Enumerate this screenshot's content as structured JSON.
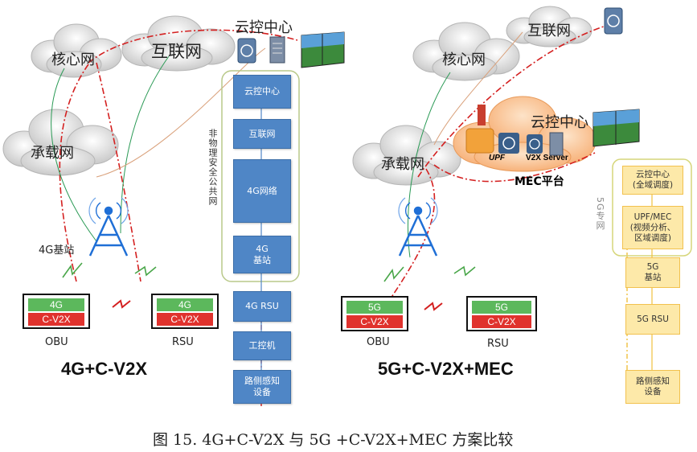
{
  "left": {
    "cloud_core": "核心网",
    "cloud_internet": "互联网",
    "cloud_carrier": "承载网",
    "cloud_control_label": "云控中心",
    "base_station_label": "4G基站",
    "obu": {
      "top": "4G",
      "bottom": "C-V2X",
      "caption": "OBU"
    },
    "rsu": {
      "top": "4G",
      "bottom": "C-V2X",
      "caption": "RSU"
    },
    "scheme_title": "4G+C-V2X",
    "network_vertical": "非物理安全公共网",
    "stack": [
      "云控中心",
      "互联网",
      "4G网络",
      "4G\n基站",
      "4G RSU",
      "工控机",
      "路侧感知\n设备"
    ]
  },
  "right": {
    "cloud_core": "核心网",
    "cloud_internet": "互联网",
    "cloud_carrier": "承载网",
    "cloud_control_label": "云控中心",
    "upf_label": "UPF",
    "v2x_server_label": "V2X Server",
    "mec_label": "MEC平台",
    "obu": {
      "top": "5G",
      "bottom": "C-V2X",
      "caption": "OBU"
    },
    "rsu": {
      "top": "5G",
      "bottom": "C-V2X",
      "caption": "RSU"
    },
    "scheme_title": "5G+C-V2X+MEC",
    "network_vertical": "5G专网",
    "stack": [
      "云控中心\n(全域调度)",
      "UPF/MEC\n(视频分析、\n区域调度)",
      "5G\n基站",
      "5G RSU",
      "路侧感知\n设备"
    ]
  },
  "caption": "图 15. 4G+C-V2X 与 5G +C-V2X+MEC 方案比较"
}
